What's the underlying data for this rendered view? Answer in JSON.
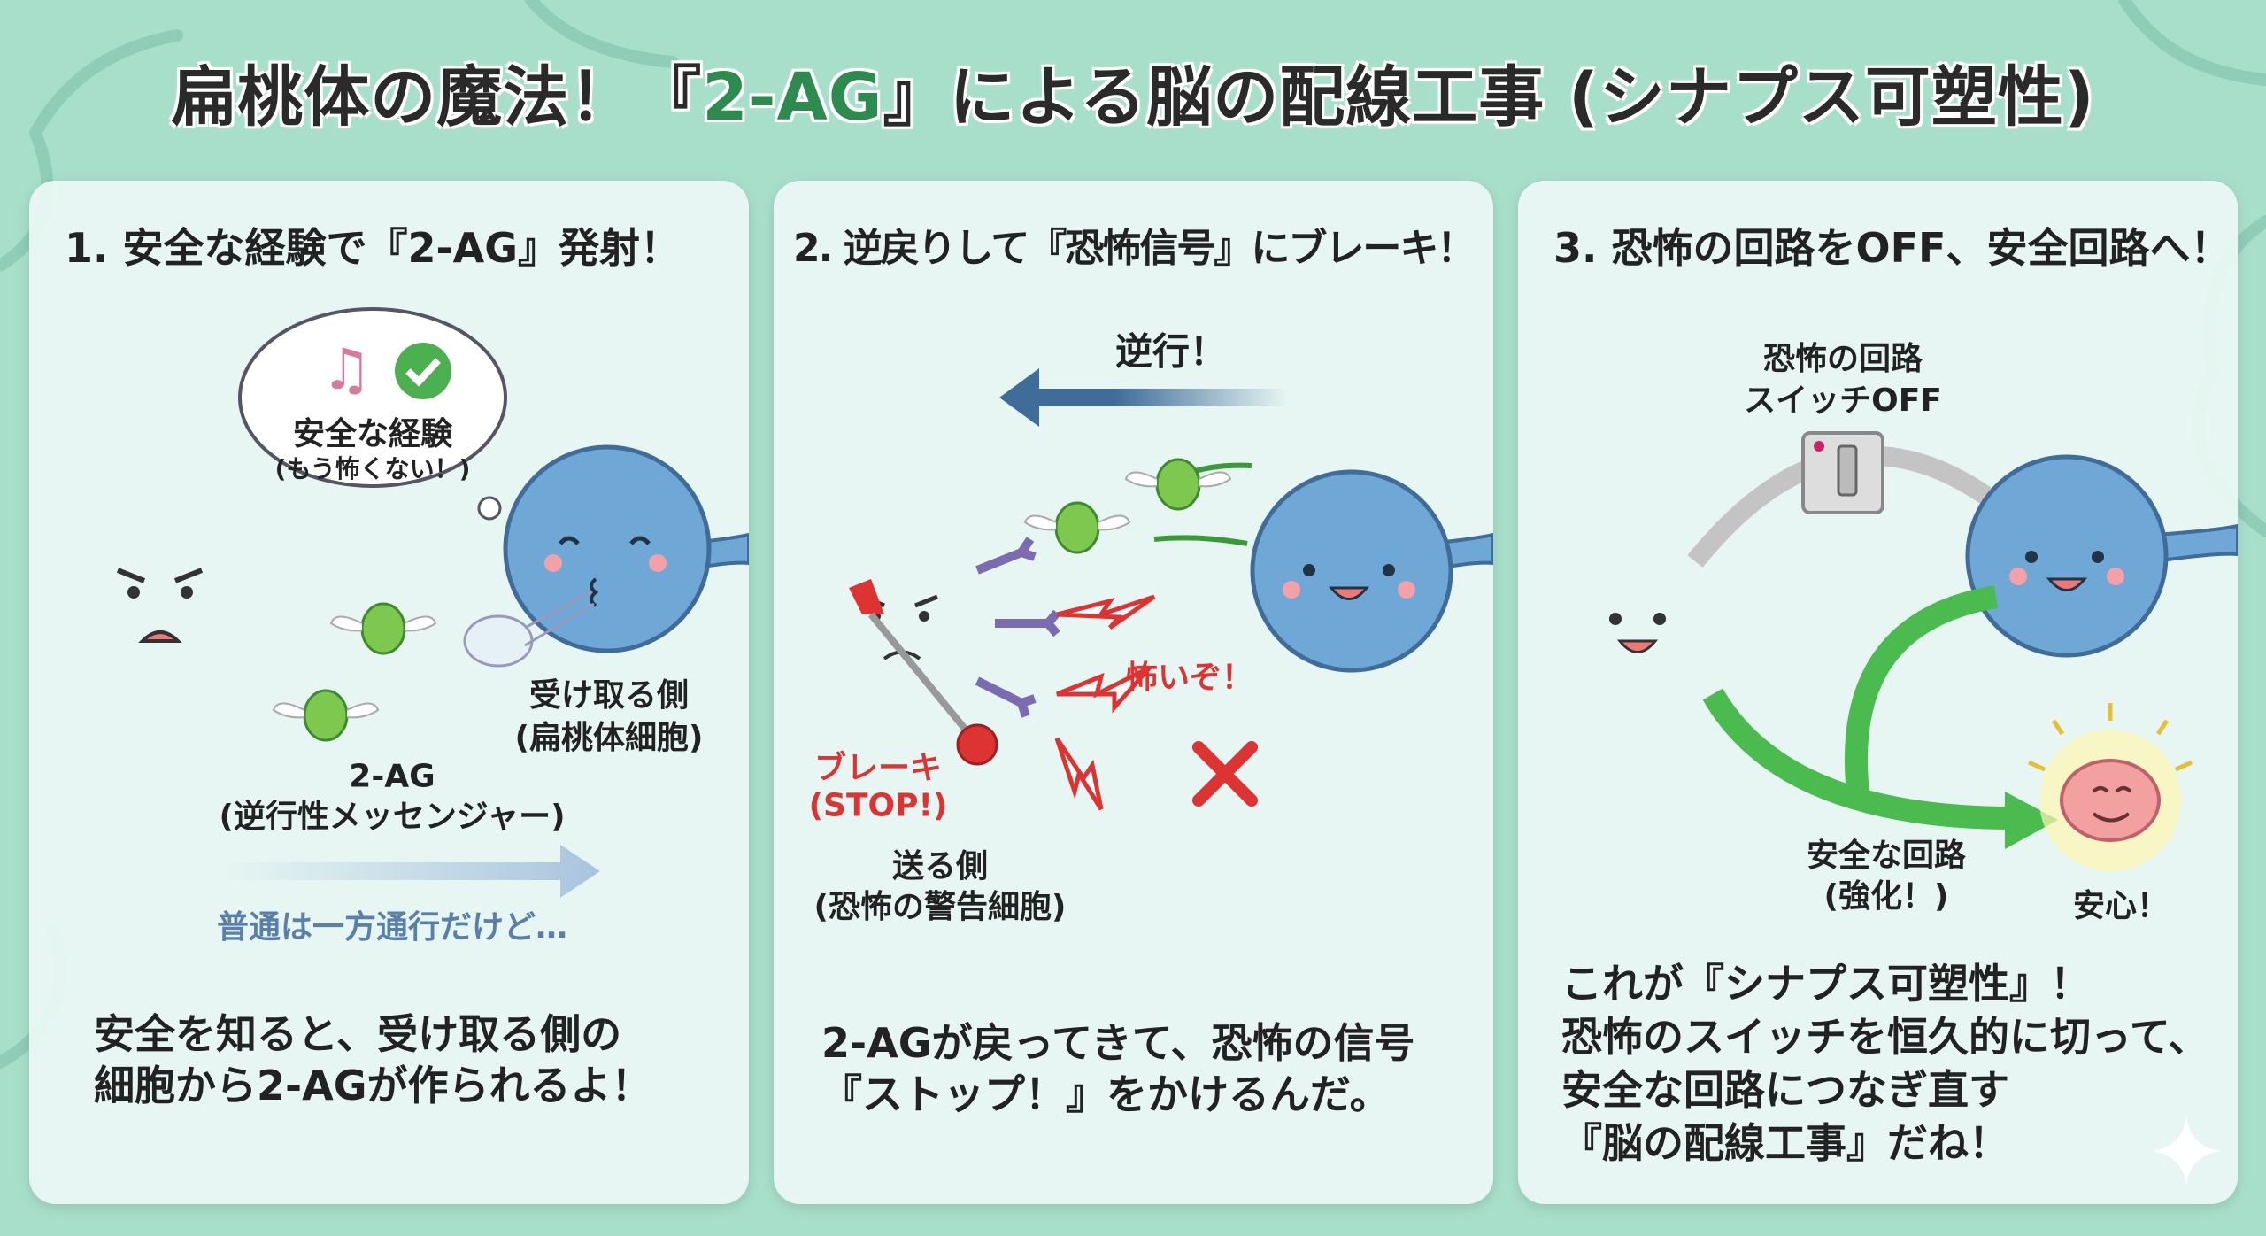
{
  "title": {
    "pre": "扁桃体の魔法！『",
    "highlight": "2-AG",
    "post": "』による脳の配線工事 (シナプス可塑性)"
  },
  "panels": [
    {
      "heading": "1. 安全な経験で『2-AG』発射！",
      "thought_title": "安全な経験",
      "thought_sub": "(もう怖くない！)",
      "receiver_label": "受け取る側",
      "receiver_sub": "(扁桃体細胞)",
      "messenger_label": "2-AG",
      "messenger_sub": "(逆行性メッセンジャー)",
      "arrow_caption": "普通は一方通行だけど…",
      "body": [
        "安全を知ると、受け取る側の",
        "細胞から2-AGが作られるよ！"
      ]
    },
    {
      "heading": "2. 逆戻りして『恐怖信号』にブレーキ！",
      "reverse_label": "逆行！",
      "scary_label": "怖いぞ！",
      "brake_label": "ブレーキ",
      "brake_sub": "(STOP!)",
      "sender_label": "送る側",
      "sender_sub": "(恐怖の警告細胞)",
      "body": [
        "2-AGが戻ってきて、恐怖の信号",
        "『ストップ！』をかけるんだ。"
      ]
    },
    {
      "heading": "3. 恐怖の回路をOFF、安全回路へ！",
      "switch_label": "恐怖の回路",
      "switch_sub": "スイッチOFF",
      "safe_label": "安全な回路",
      "safe_sub": "(強化！)",
      "relief_label": "安心！",
      "body": [
        "これが『シナプス可塑性』！",
        "恐怖のスイッチを恒久的に切って、",
        "安全な回路につなぎ直す",
        "『脳の配線工事』だね！"
      ]
    }
  ],
  "colors": {
    "accent": "#2e8b50",
    "purple": "#9b78c4",
    "blue": "#6fa7d6",
    "green": "#4cbb4f",
    "red": "#d33333"
  }
}
